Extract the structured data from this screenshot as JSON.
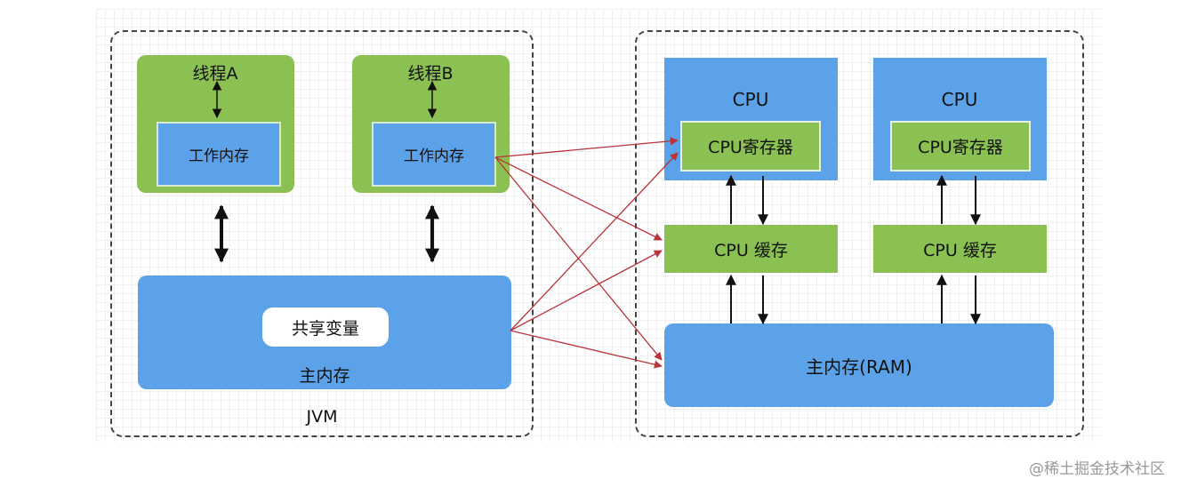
{
  "jvm": {
    "label": "JVM",
    "thread_a": {
      "label": "线程A",
      "working_memory": "工作内存"
    },
    "thread_b": {
      "label": "线程B",
      "working_memory": "工作内存"
    },
    "main_memory": {
      "label": "主内存",
      "shared_variable": "共享变量"
    }
  },
  "hardware": {
    "cpus": [
      {
        "label": "CPU",
        "register": "CPU寄存器",
        "cache": "CPU 缓存"
      },
      {
        "label": "CPU",
        "register": "CPU寄存器",
        "cache": "CPU 缓存"
      }
    ],
    "ram": {
      "label": "主内存(RAM)"
    }
  },
  "watermark": "@稀土掘金技术社区",
  "colors": {
    "green": "#8bc152",
    "blue": "#5ba2e8",
    "mapping_arrow": "#b8333a",
    "arrow": "#111111"
  }
}
